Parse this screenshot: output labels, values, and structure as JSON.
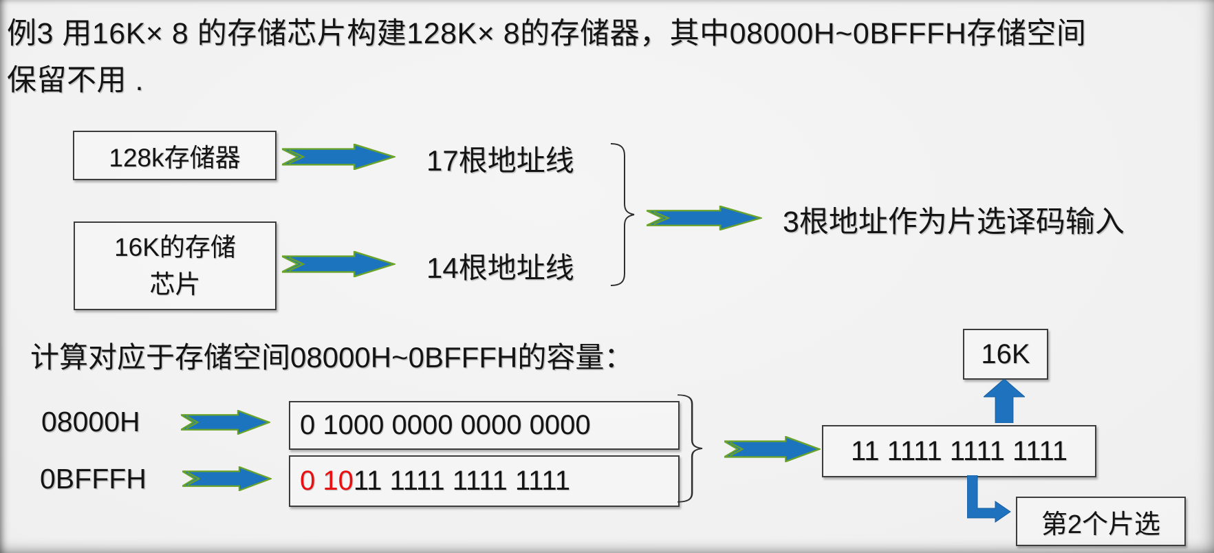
{
  "title": {
    "line1": "例3 用16K× 8 的存储芯片构建128K× 8的存储器，其中08000H~0BFFFH存储空间",
    "line2": "保留不用 ."
  },
  "top_diagram": {
    "memory_box_label": "128k存储器",
    "chip_box_line1": "16K的存储",
    "chip_box_line2": "芯片",
    "addr17_label": "17根地址线",
    "addr14_label": "14根地址线",
    "decode_label": "3根地址作为片选译码输入"
  },
  "calc_line": "计算对应于存储空间08000H~0BFFFH的容量：",
  "bottom_diagram": {
    "addr_start_label": "08000H",
    "addr_end_label": "0BFFFH",
    "bin_start": "0 1000 0000 0000 0000",
    "bin_end_red": "0 10",
    "bin_end_black": "11 1111 1111 1111",
    "result_bits": "11 1111 1111 1111",
    "capacity_label": "16K",
    "chip_select_label": "第2个片选"
  },
  "colors": {
    "arrow_blue": "#1b74bd",
    "arrow_outline_green": "#6aa329",
    "solid_arrow_blue": "#1f72be",
    "highlight_red": "#e90f10"
  }
}
